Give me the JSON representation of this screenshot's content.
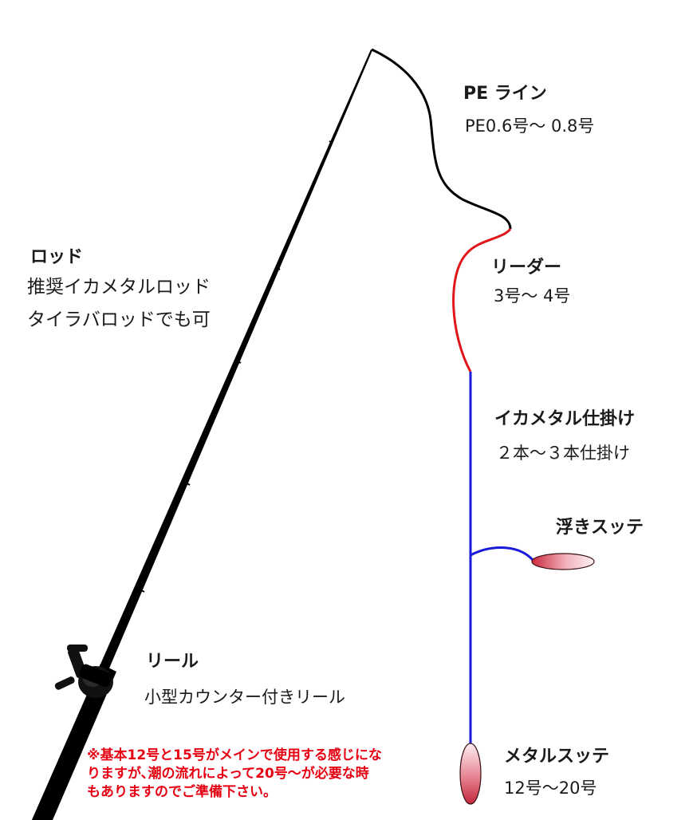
{
  "colors": {
    "rod": "#000000",
    "pe_line": "#000000",
    "leader": "#e0161b",
    "rig": "#1a1adb",
    "sinker_light": "#fbe6ea",
    "sinker_dark": "#cc2a3e",
    "note_text": "#e60012"
  },
  "labels": {
    "pe_title": "PE ライン",
    "pe_spec": "PE0.6号〜 0.8号",
    "rod_title": "ロッド",
    "rod_line1": "推奨イカメタルロッド",
    "rod_line2": "タイラバロッドでも可",
    "leader_title": "リーダー",
    "leader_spec": "3号〜 4号",
    "rig_title": "イカメタル仕掛け",
    "rig_spec": "２本〜３本仕掛け",
    "float_sutte_title": "浮きスッテ",
    "reel_title": "リール",
    "reel_spec": "小型カウンター付きリール",
    "metal_sutte_title": "メタルスッテ",
    "metal_sutte_spec": "12号〜20号"
  },
  "note": {
    "line1": "※基本12号と15号がメインで使用する感じにな",
    "line2": "りますが､潮の流れによって20号〜が必要な時",
    "line3": "もありますのでご準備下さい。"
  },
  "icons": {
    "rod": "fishing-rod-icon",
    "reel": "baitcasting-reel-icon",
    "float_sutte": "float-sutte-icon",
    "metal_sutte": "metal-sutte-icon"
  }
}
